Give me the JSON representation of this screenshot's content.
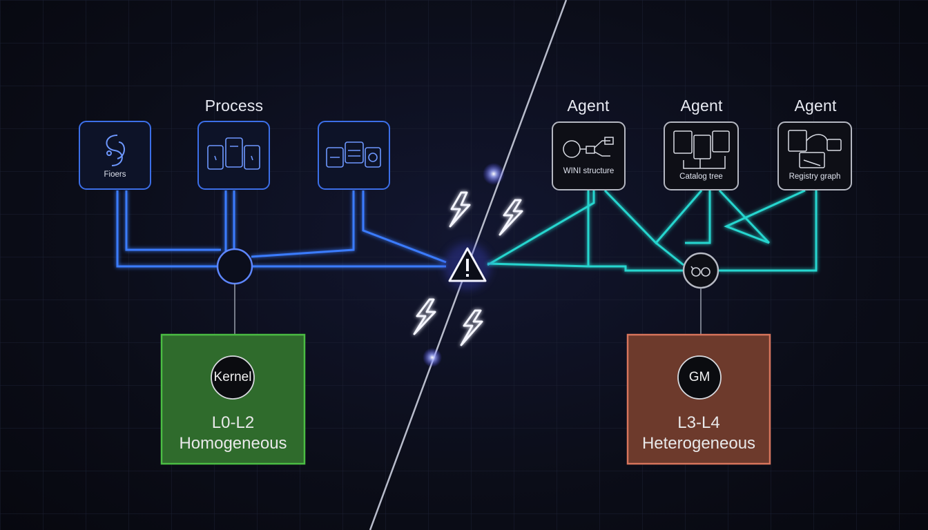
{
  "left": {
    "column_title": "Process",
    "cards": [
      {
        "caption": "Fioers",
        "icon": "process-glyph-icon"
      },
      {
        "caption": "",
        "icon": "devices-icon"
      },
      {
        "caption": "",
        "icon": "appliances-icon"
      }
    ],
    "hub_icon": "junction-icon",
    "box": {
      "hub_label": "Kernel",
      "range": "L0-L2",
      "kind": "Homogeneous",
      "color": "#2f6b2c",
      "border": "#4bbd43"
    },
    "line_color": "#3b7bff"
  },
  "right": {
    "column_titles": [
      "Agent",
      "Agent",
      "Agent"
    ],
    "cards": [
      {
        "caption": "WINI structure",
        "icon": "wiki-structure-icon"
      },
      {
        "caption": "Catalog tree",
        "icon": "catalog-tree-icon"
      },
      {
        "caption": "Registry graph",
        "icon": "registry-graph-icon"
      }
    ],
    "hub_icon": "link-icon",
    "box": {
      "hub_label": "GM",
      "range": "L3-L4",
      "kind": "Heterogeneous",
      "color": "#6d3a2c",
      "border": "#d8755c"
    },
    "line_color": "#26d6cf"
  },
  "center": {
    "warning_icon": "warning-triangle-icon",
    "bolt_icon": "lightning-bolt-icon",
    "divider_color": "#b8bccb"
  }
}
